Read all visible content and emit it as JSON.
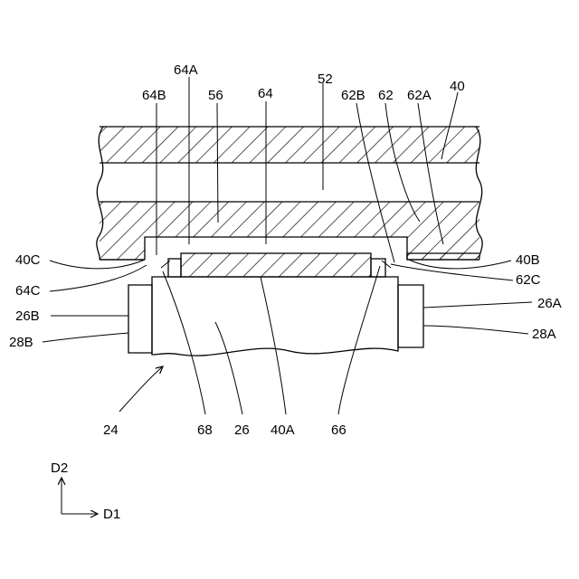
{
  "labels": {
    "l64A": "64A",
    "l64B": "64B",
    "l56": "56",
    "l64": "64",
    "l52": "52",
    "l62B": "62B",
    "l62": "62",
    "l62A": "62A",
    "l40": "40",
    "l40C": "40C",
    "l40B": "40B",
    "l64C": "64C",
    "l62C": "62C",
    "l26B": "26B",
    "l26A": "26A",
    "l28B": "28B",
    "l28A": "28A",
    "l24": "24",
    "l68": "68",
    "l26": "26",
    "l40A": "40A",
    "l66": "66",
    "lD2": "D2",
    "lD1": "D1"
  }
}
